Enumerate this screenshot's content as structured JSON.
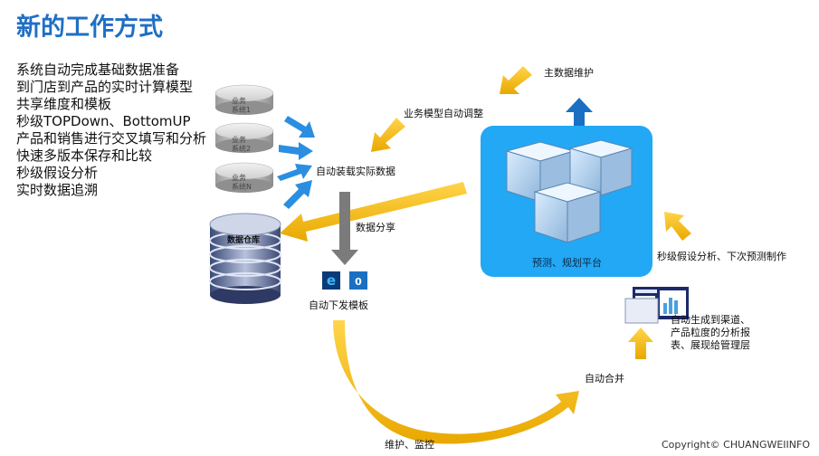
{
  "title": "新的工作方式",
  "features": [
    "系统自动完成基础数据准备",
    "到门店到产品的实时计算模型",
    "共享维度和模板",
    "秒级TOPDown、BottomUP",
    "产品和销售进行交叉填写和分析",
    "快速多版本保存和比较",
    "秒级假设分析",
    "实时数据追溯"
  ],
  "systems": [
    {
      "line1": "业务",
      "line2": "系统1"
    },
    {
      "line1": "业务",
      "line2": "系统2"
    },
    {
      "line1": "业务",
      "line2": "系统N"
    }
  ],
  "warehouse_label": "数据仓库",
  "labels": {
    "auto_load": "自动装载实际数据",
    "data_share": "数据分享",
    "auto_template": "自动下发模板",
    "model_adjust": "业务模型自动调整",
    "master_data": "主数据维护",
    "platform": "预测、规划平台",
    "whatif": "秒级假设分析、下次预测制作",
    "report_line1": "自动生成到渠道、",
    "report_line2": "产品粒度的分析报",
    "report_line3": "表、展现给管理层",
    "auto_merge": "自动合并",
    "maintain": "维护、监控"
  },
  "copyright": "Copyright© CHUANGWEIINFO",
  "colors": {
    "title": "#1f6fc4",
    "yellow_arrow": "#f4b400",
    "blue_arrow": "#2b8ee0",
    "platform": "#22a8f5",
    "gray_arrow": "#7b7b7b"
  },
  "icons": [
    "ie-icon",
    "outlook-icon",
    "report-thumbnail"
  ]
}
